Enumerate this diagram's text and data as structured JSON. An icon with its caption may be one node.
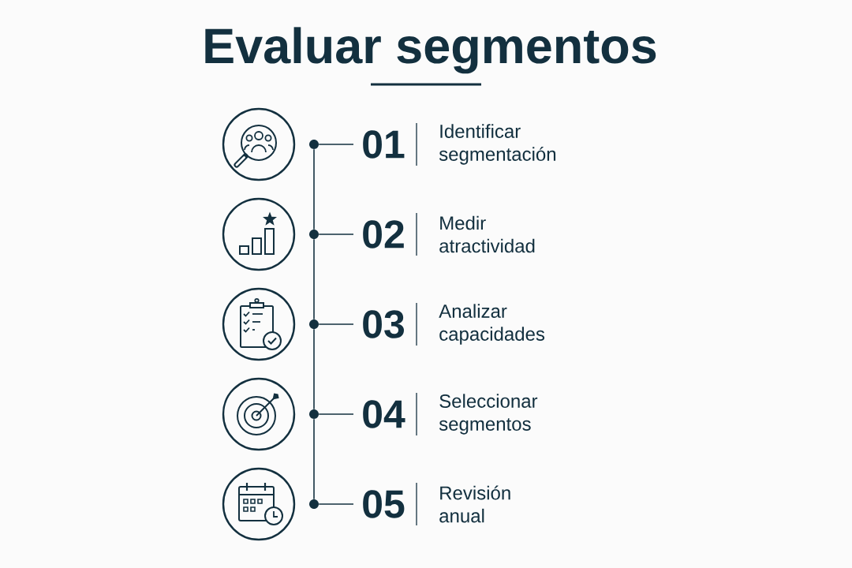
{
  "diagram": {
    "title": "Evaluar segmentos",
    "nodes": [
      {
        "text": [],
        "shape": "circle"
      },
      {
        "text": [
          "01",
          "Identificar segmentación"
        ]
      },
      {
        "text": [],
        "shape": "circle"
      },
      {
        "text": [
          "02",
          "Medir atractividad"
        ]
      },
      {
        "text": [],
        "shape": "circle"
      },
      {
        "text": [
          "03",
          "Analizar capacidades"
        ]
      },
      {
        "text": [],
        "shape": "circle"
      },
      {
        "text": [
          "04",
          "Seleccionar segmentos"
        ]
      },
      {
        "text": [],
        "shape": "circle"
      },
      {
        "text": [
          "05",
          "Revisión anual"
        ]
      }
    ],
    "edges": [
      {
        "from": 0,
        "to": 1,
        "arrow": "none"
      },
      {
        "from": 0,
        "to": 2,
        "arrow": "none"
      },
      {
        "from": 2,
        "to": 3,
        "arrow": "none"
      },
      {
        "from": 2,
        "to": 4,
        "arrow": "none"
      },
      {
        "from": 4,
        "to": 5,
        "arrow": "none"
      },
      {
        "from": 4,
        "to": 6,
        "arrow": "none"
      },
      {
        "from": 6,
        "to": 7,
        "arrow": "none"
      },
      {
        "from": 6,
        "to": 8,
        "arrow": "none"
      },
      {
        "from": 8,
        "to": 9,
        "arrow": "none"
      }
    ]
  }
}
